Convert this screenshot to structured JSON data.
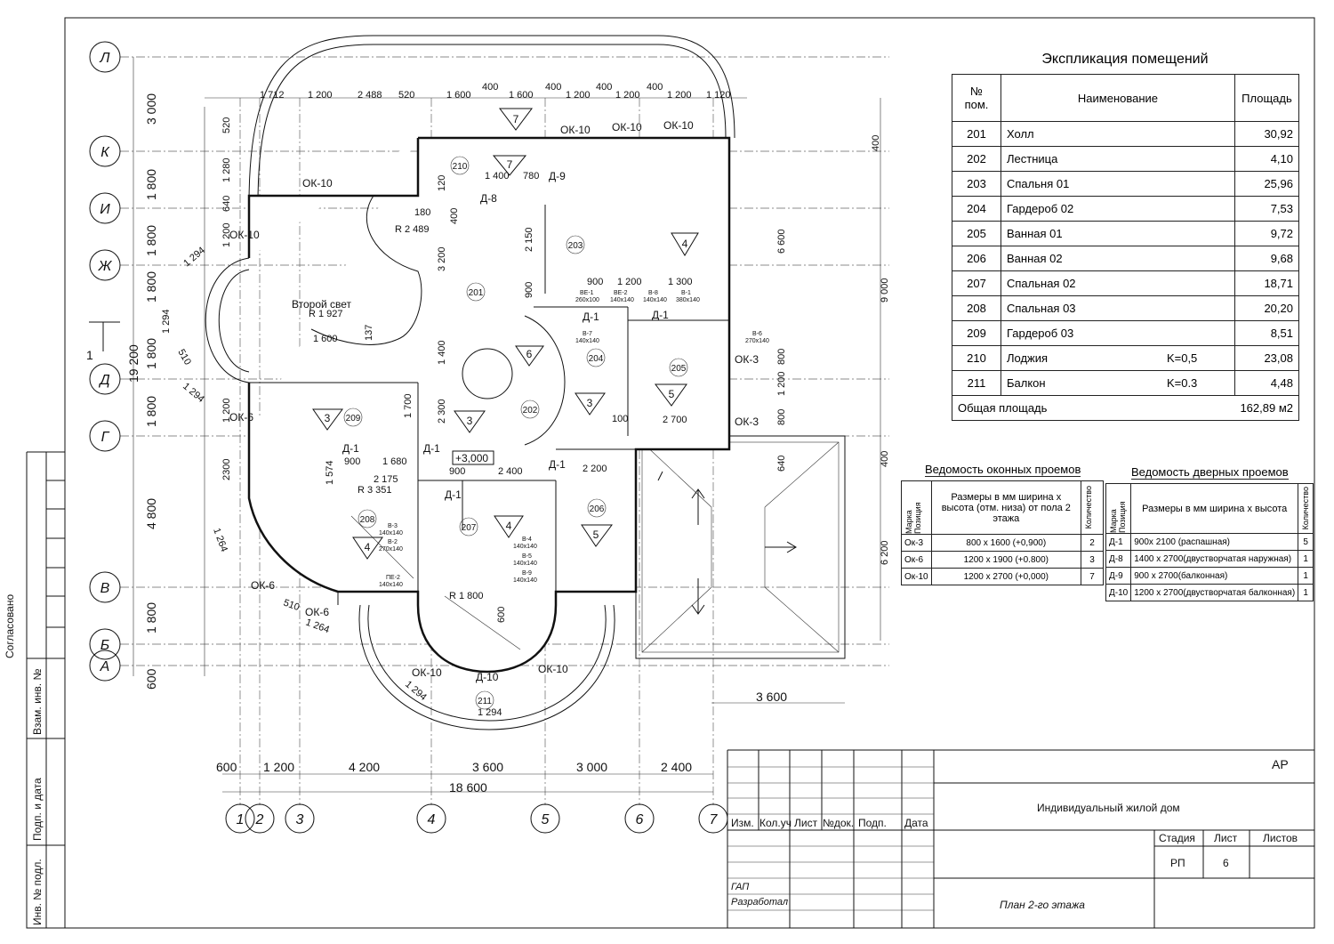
{
  "sheet": {
    "stamp": {
      "agreed": "Согласовано",
      "replace_inv": "Взам. инв. №",
      "sign_date": "Подп. и дата",
      "inv_orig": "Инв. № подл."
    },
    "axes": {
      "rows": [
        "Л",
        "К",
        "И",
        "Ж",
        "Д",
        "Г",
        "В",
        "Б",
        "А"
      ],
      "cols": [
        "1",
        "2",
        "3",
        "4",
        "5",
        "6",
        "7"
      ],
      "section_mark": "1"
    },
    "dims": {
      "top": [
        "1 712",
        "1 200",
        "2 488",
        "520",
        "1 600",
        "400",
        "1 600",
        "400",
        "1 200",
        "400",
        "1 200",
        "400",
        "1 200",
        "1 120"
      ],
      "left": [
        "3 000",
        "1 800",
        "1 800",
        "1 800",
        "1 800",
        "1 800",
        "4 800",
        "1 800",
        "600"
      ],
      "left_total": "19 200",
      "left_inner": [
        "520",
        "1 280",
        "640",
        "1 200",
        "1 294",
        "1 294",
        "1 294",
        "510",
        "1 200",
        "2300",
        "1 264"
      ],
      "bottom": [
        "600",
        "1 200",
        "4 200",
        "3 600",
        "3 000",
        "2 400"
      ],
      "bottom_total": "18 600",
      "roof_width": "3 600",
      "right": [
        "400",
        "6 600",
        "9 000",
        "800",
        "1 200",
        "800",
        "400",
        "640",
        "6 200"
      ],
      "interior": [
        "1 400",
        "780",
        "180",
        "120",
        "400",
        "3 200",
        "2 150",
        "900",
        "1 200",
        "1 300",
        "900",
        "1 600",
        "137",
        "1 400",
        "2 300",
        "1 700",
        "900",
        "1 680",
        "2 175",
        "1 574",
        "900",
        "2 400",
        "2 200",
        "2 700",
        "100",
        "600",
        "510",
        "1 264",
        "1 294",
        "1 294"
      ]
    },
    "rooms": [
      "201",
      "202",
      "203",
      "204",
      "205",
      "206",
      "207",
      "208",
      "209",
      "210",
      "211"
    ],
    "labels": {
      "second_light": "Второй свет",
      "r1": "R 1 927",
      "r2": "R 2 489",
      "r3": "R 3 351",
      "r4": "R 1 800",
      "level": "+3,000"
    },
    "windows": [
      "ОК-10",
      "ОК-10",
      "ОК-10",
      "ОК-10",
      "ОК-10",
      "ОК-10",
      "ОК-10",
      "ОК-3",
      "ОК-3",
      "ОК-6",
      "ОК-6",
      "ОК-6"
    ],
    "doors": [
      "Д-8",
      "Д-9",
      "Д-1",
      "Д-1",
      "Д-1",
      "Д-1",
      "Д-1",
      "Д-1",
      "Д-10"
    ],
    "vents": [
      "ВЕ-1",
      "260x100",
      "ВЕ-2",
      "140x140",
      "В-8",
      "140x140",
      "В-1",
      "380x140",
      "В-7",
      "140x140",
      "В-6",
      "270x140",
      "В-3",
      "140x140",
      "В-2",
      "270x140",
      "ПЕ-2",
      "140x140",
      "В-4",
      "140x140",
      "В-5",
      "140x140",
      "В-9",
      "140x140"
    ],
    "section_marks": [
      "7",
      "7",
      "4",
      "3",
      "6",
      "3",
      "5",
      "3",
      "4",
      "4",
      "5"
    ]
  },
  "explication": {
    "title": "Экспликация помещений",
    "headers": [
      "№ пом.",
      "Наименование",
      "Площадь"
    ],
    "rows": [
      {
        "no": "201",
        "name": "Холл",
        "k": "",
        "area": "30,92"
      },
      {
        "no": "202",
        "name": "Лестница",
        "k": "",
        "area": "4,10"
      },
      {
        "no": "203",
        "name": "Спальня 01",
        "k": "",
        "area": "25,96"
      },
      {
        "no": "204",
        "name": "Гардероб 02",
        "k": "",
        "area": "7,53"
      },
      {
        "no": "205",
        "name": "Ванная 01",
        "k": "",
        "area": "9,72"
      },
      {
        "no": "206",
        "name": "Ванная 02",
        "k": "",
        "area": "9,68"
      },
      {
        "no": "207",
        "name": "Спальная 02",
        "k": "",
        "area": "18,71"
      },
      {
        "no": "208",
        "name": "Спальная 03",
        "k": "",
        "area": "20,20"
      },
      {
        "no": "209",
        "name": "Гардероб 03",
        "k": "",
        "area": "8,51"
      },
      {
        "no": "210",
        "name": "Лоджия",
        "k": "K=0,5",
        "area": "23,08"
      },
      {
        "no": "211",
        "name": "Балкон",
        "k": "K=0.3",
        "area": "4,48"
      }
    ],
    "total_label": "Общая площадь",
    "total_value": "162,89  м2"
  },
  "window_schedule": {
    "title": "Ведомость оконных проемов",
    "headers": [
      "Марка Позиция",
      "Размеры в мм ширина х высота (отм. низа) от пола 2 этажа",
      "Количество"
    ],
    "rows": [
      {
        "mark": "Ок-3",
        "size": "800 х 1600 (+0,900)",
        "qty": "2"
      },
      {
        "mark": "Ок-6",
        "size": "1200 х 1900 (+0.800)",
        "qty": "3"
      },
      {
        "mark": "Ок-10",
        "size": "1200 х 2700 (+0,000)",
        "qty": "7"
      }
    ]
  },
  "door_schedule": {
    "title": "Ведомость дверных проемов",
    "headers": [
      "Марка Позиция",
      "Размеры в мм ширина х высота",
      "Количество"
    ],
    "rows": [
      {
        "mark": "Д-1",
        "size": "900х 2100 (распашная)",
        "qty": "5"
      },
      {
        "mark": "Д-8",
        "size": "1400 х 2700(двустворчатая наружная)",
        "qty": "1"
      },
      {
        "mark": "Д-9",
        "size": "900 х 2700(балконная)",
        "qty": "1"
      },
      {
        "mark": "Д-10",
        "size": "1200 х 2700(двустворчатая балконная)",
        "qty": "1"
      }
    ]
  },
  "title_block": {
    "code": "АР",
    "project": "Индивидуальный жилой дом",
    "cols": [
      "Изм.",
      "Кол.уч",
      "Лист",
      "№док.",
      "Подп.",
      "Дата"
    ],
    "stage_label": "Стадия",
    "sheet_label": "Лист",
    "sheets_label": "Листов",
    "stage": "РП",
    "sheet": "6",
    "sheets": "",
    "gap": "ГАП",
    "developed": "Разработал",
    "drawing": "План 2-го этажа"
  }
}
